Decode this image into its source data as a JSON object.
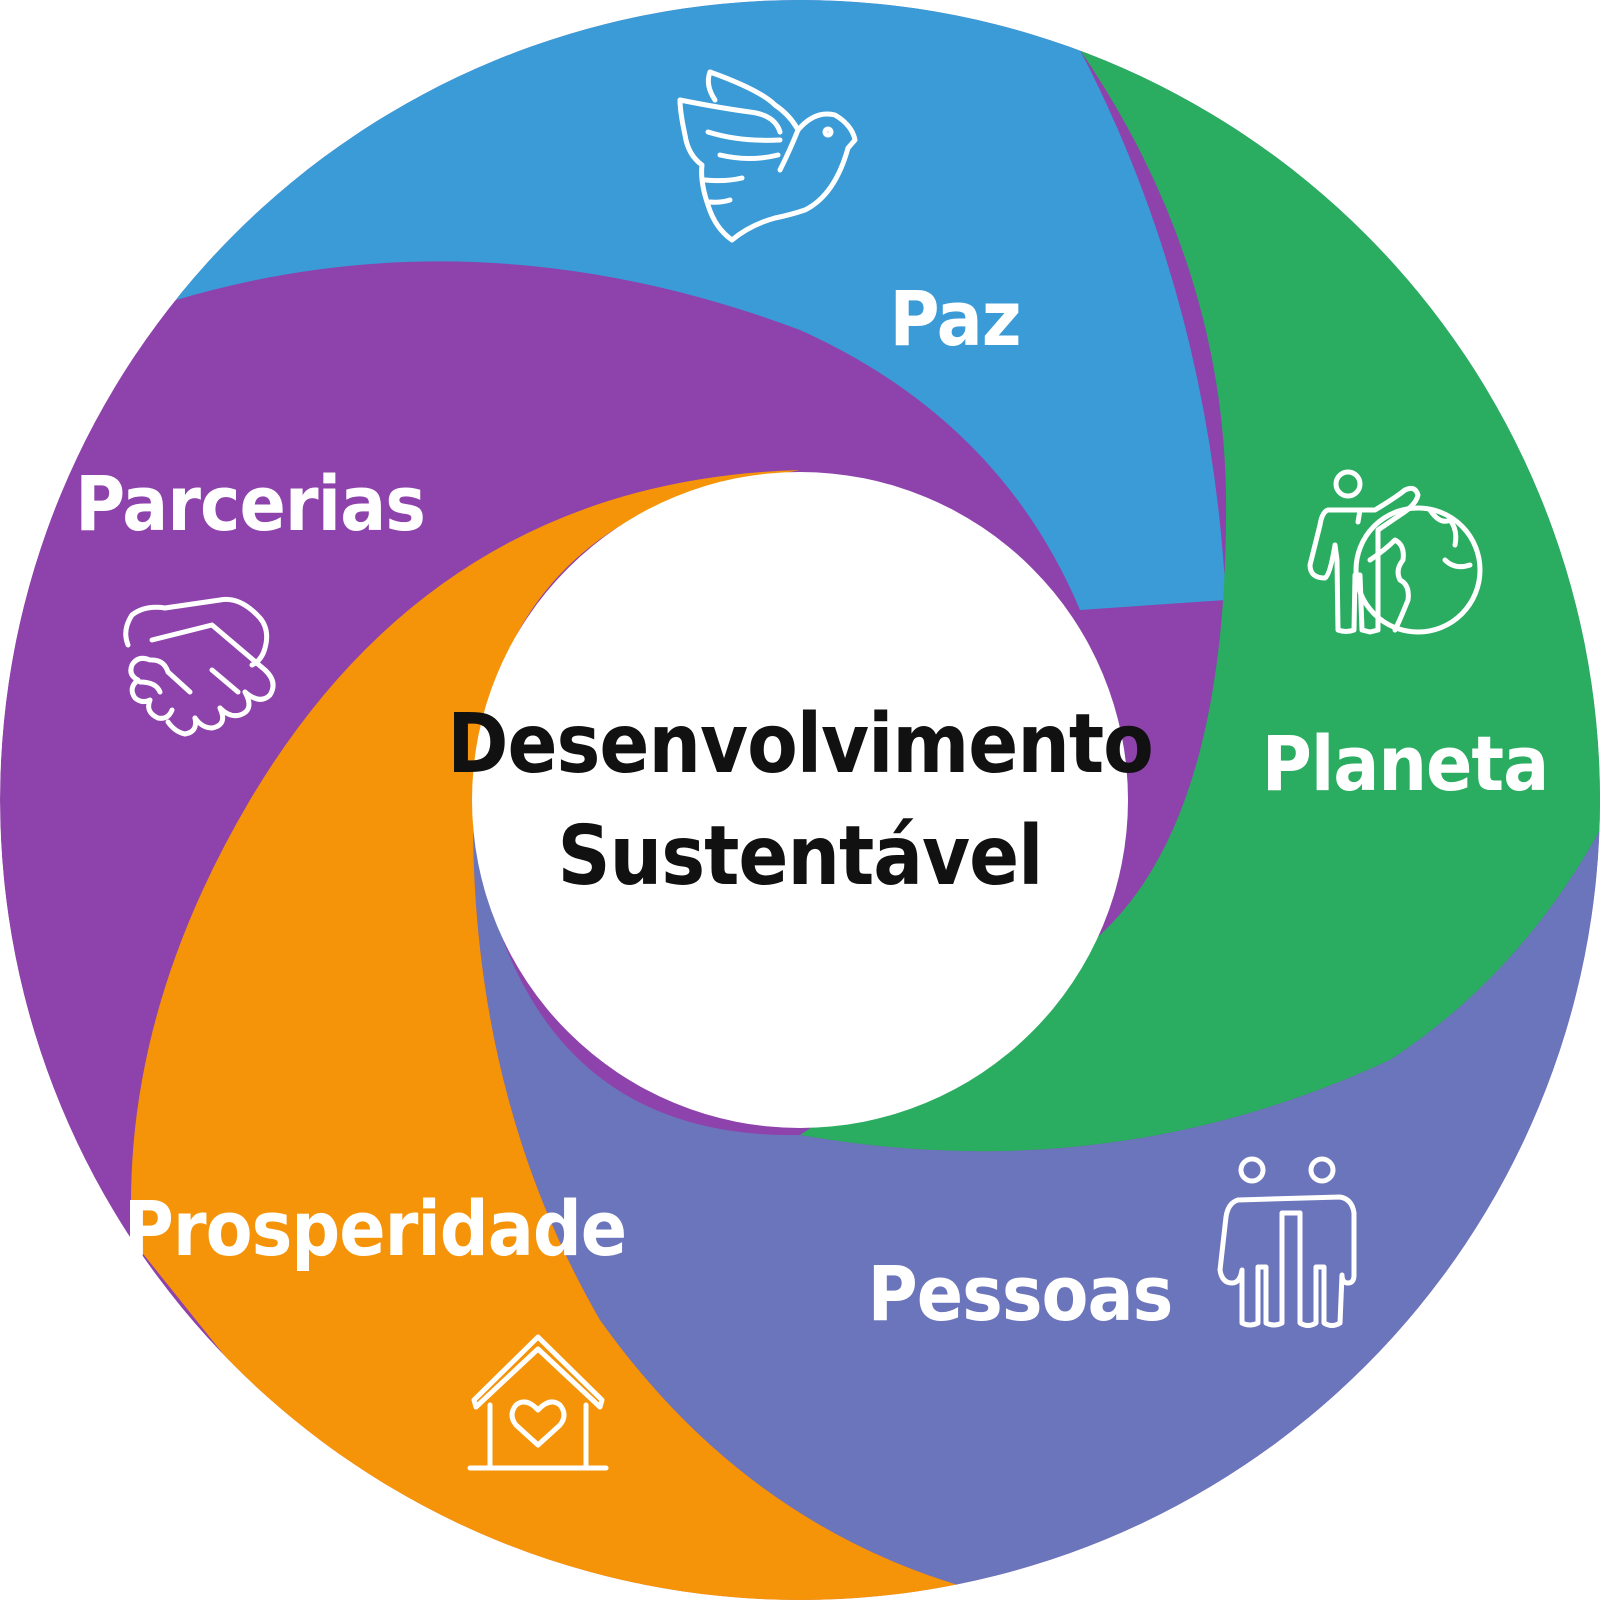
{
  "center": {
    "line1": "Desenvolvimento",
    "line2": "Sustentável"
  },
  "segments": [
    {
      "key": "paz",
      "label": "Paz",
      "color": "#3a9bd7",
      "icon": "dove-icon"
    },
    {
      "key": "planeta",
      "label": "Planeta",
      "color": "#2aad60",
      "icon": "person-globe-icon"
    },
    {
      "key": "pessoas",
      "label": "Pessoas",
      "color": "#6b75bb",
      "icon": "two-people-icon"
    },
    {
      "key": "prosperidade",
      "label": "Prosperidade",
      "color": "#f59409",
      "icon": "house-heart-icon"
    },
    {
      "key": "parcerias",
      "label": "Parcerias",
      "color": "#8e42ab",
      "icon": "handshake-icon"
    }
  ]
}
